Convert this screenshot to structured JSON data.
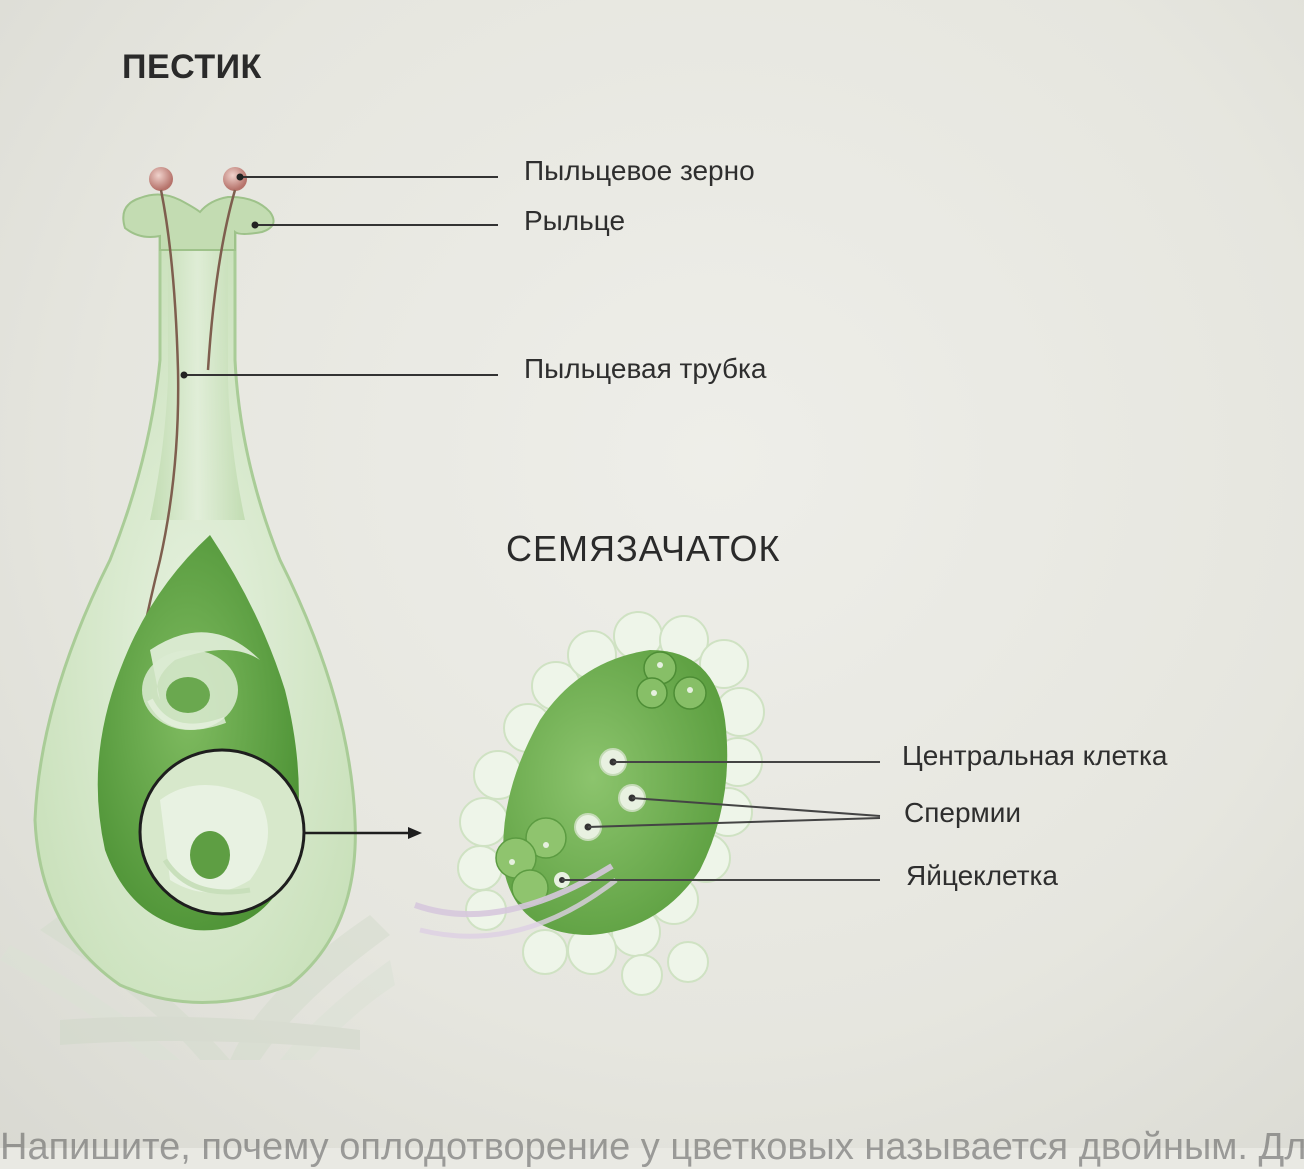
{
  "diagram": {
    "pistil_title": "ПЕСТИК",
    "ovule_title": "СЕМЯЗАЧАТОК",
    "labels": {
      "pollen_grain": "Пыльцевое зерно",
      "stigma": "Рыльце",
      "pollen_tube": "Пыльцевая трубка",
      "central_cell": "Центральная клетка",
      "sperm": "Спермии",
      "egg_cell": "Яйцеклетка"
    },
    "colors": {
      "tissue_light": "#d6e8cc",
      "tissue_mid": "#b9d7a8",
      "ovule_green": "#6fae52",
      "ovule_dark": "#4f9637",
      "pollen_grain": "#c98f88",
      "leader_line": "#333333"
    }
  },
  "bottom_text": "Напишите, почему оплодотворение у цветковых называется двойным. Для к"
}
